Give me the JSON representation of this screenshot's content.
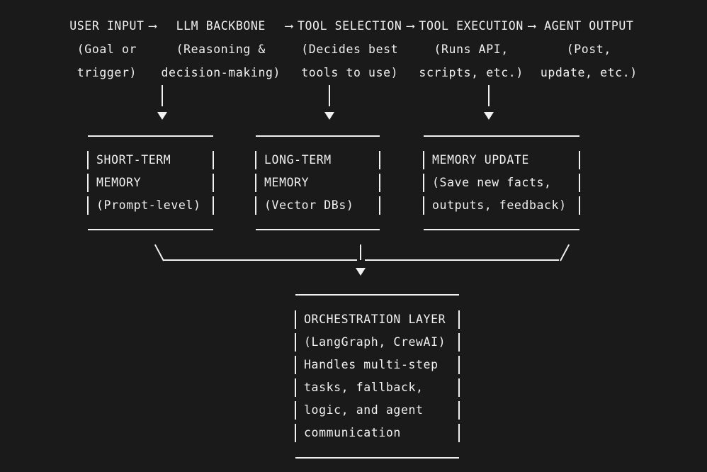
{
  "theme": {
    "background": "#1a1a1a",
    "foreground": "#f0f0f0"
  },
  "pipeline": {
    "arrow_glyph": "⟶",
    "stages": [
      {
        "title": "USER INPUT",
        "sub1": "(Goal or",
        "sub2": "trigger)"
      },
      {
        "title": "LLM BACKBONE",
        "sub1": "(Reasoning &",
        "sub2": "decision-making)"
      },
      {
        "title": "TOOL SELECTION",
        "sub1": "(Decides best",
        "sub2": "tools to use)"
      },
      {
        "title": "TOOL EXECUTION",
        "sub1": "(Runs API,",
        "sub2": "scripts, etc.)"
      },
      {
        "title": "AGENT OUTPUT",
        "sub1": "(Post,",
        "sub2": "update, etc.)"
      }
    ]
  },
  "memory_boxes": [
    {
      "name": "short-term-memory",
      "lines": [
        "SHORT-TERM",
        "MEMORY",
        "(Prompt-level)"
      ]
    },
    {
      "name": "long-term-memory",
      "lines": [
        "LONG-TERM",
        "MEMORY",
        "(Vector DBs)"
      ]
    },
    {
      "name": "memory-update",
      "lines": [
        "MEMORY UPDATE",
        "(Save new facts,",
        "outputs, feedback)"
      ]
    }
  ],
  "merge": {
    "left_glyph": "\\",
    "center_glyph": "|",
    "right_glyph": "/",
    "caret_glyph": "▼"
  },
  "orchestration": {
    "name": "orchestration-layer",
    "lines": [
      "ORCHESTRATION LAYER",
      "(LangGraph, CrewAI)",
      "Handles multi-step",
      "tasks, fallback,",
      "logic, and agent",
      "communication"
    ]
  }
}
